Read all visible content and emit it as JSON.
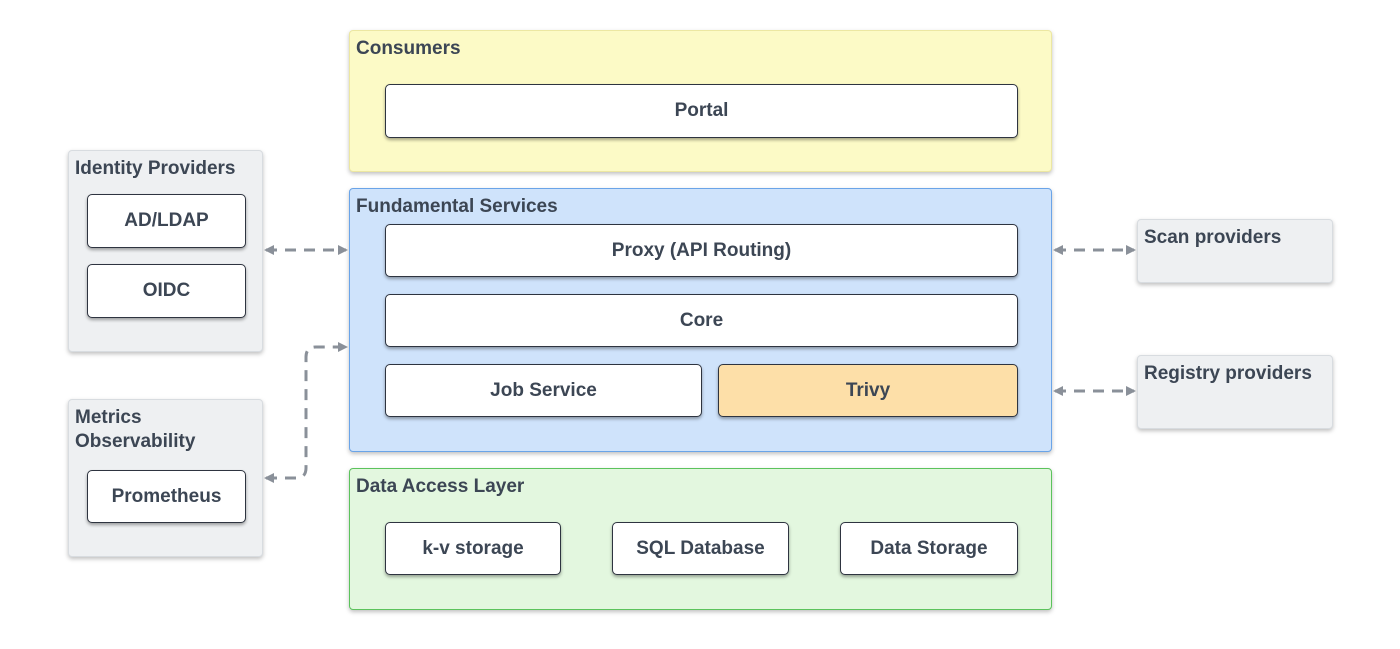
{
  "consumers": {
    "title": "Consumers",
    "portal": "Portal"
  },
  "fundamental": {
    "title": "Fundamental Services",
    "proxy": "Proxy (API Routing)",
    "core": "Core",
    "job_service": "Job Service",
    "trivy": "Trivy"
  },
  "data_access": {
    "title": "Data Access Layer",
    "kv": "k-v storage",
    "sql": "SQL Database",
    "storage": "Data Storage"
  },
  "identity": {
    "title": "Identity Providers",
    "ad": "AD/LDAP",
    "oidc": "OIDC"
  },
  "metrics": {
    "title": "Metrics\nObservability",
    "prometheus": "Prometheus"
  },
  "scan": {
    "title": "Scan providers"
  },
  "registry": {
    "title": "Registry providers"
  },
  "colors": {
    "consumers_bg": "#fcfac6",
    "fundamental_bg": "#cfe3fb",
    "data_access_bg": "#e3f7df",
    "trivy_bg": "#fddfa8",
    "side_bg": "#eef0f2",
    "arrow": "#8a9099"
  }
}
